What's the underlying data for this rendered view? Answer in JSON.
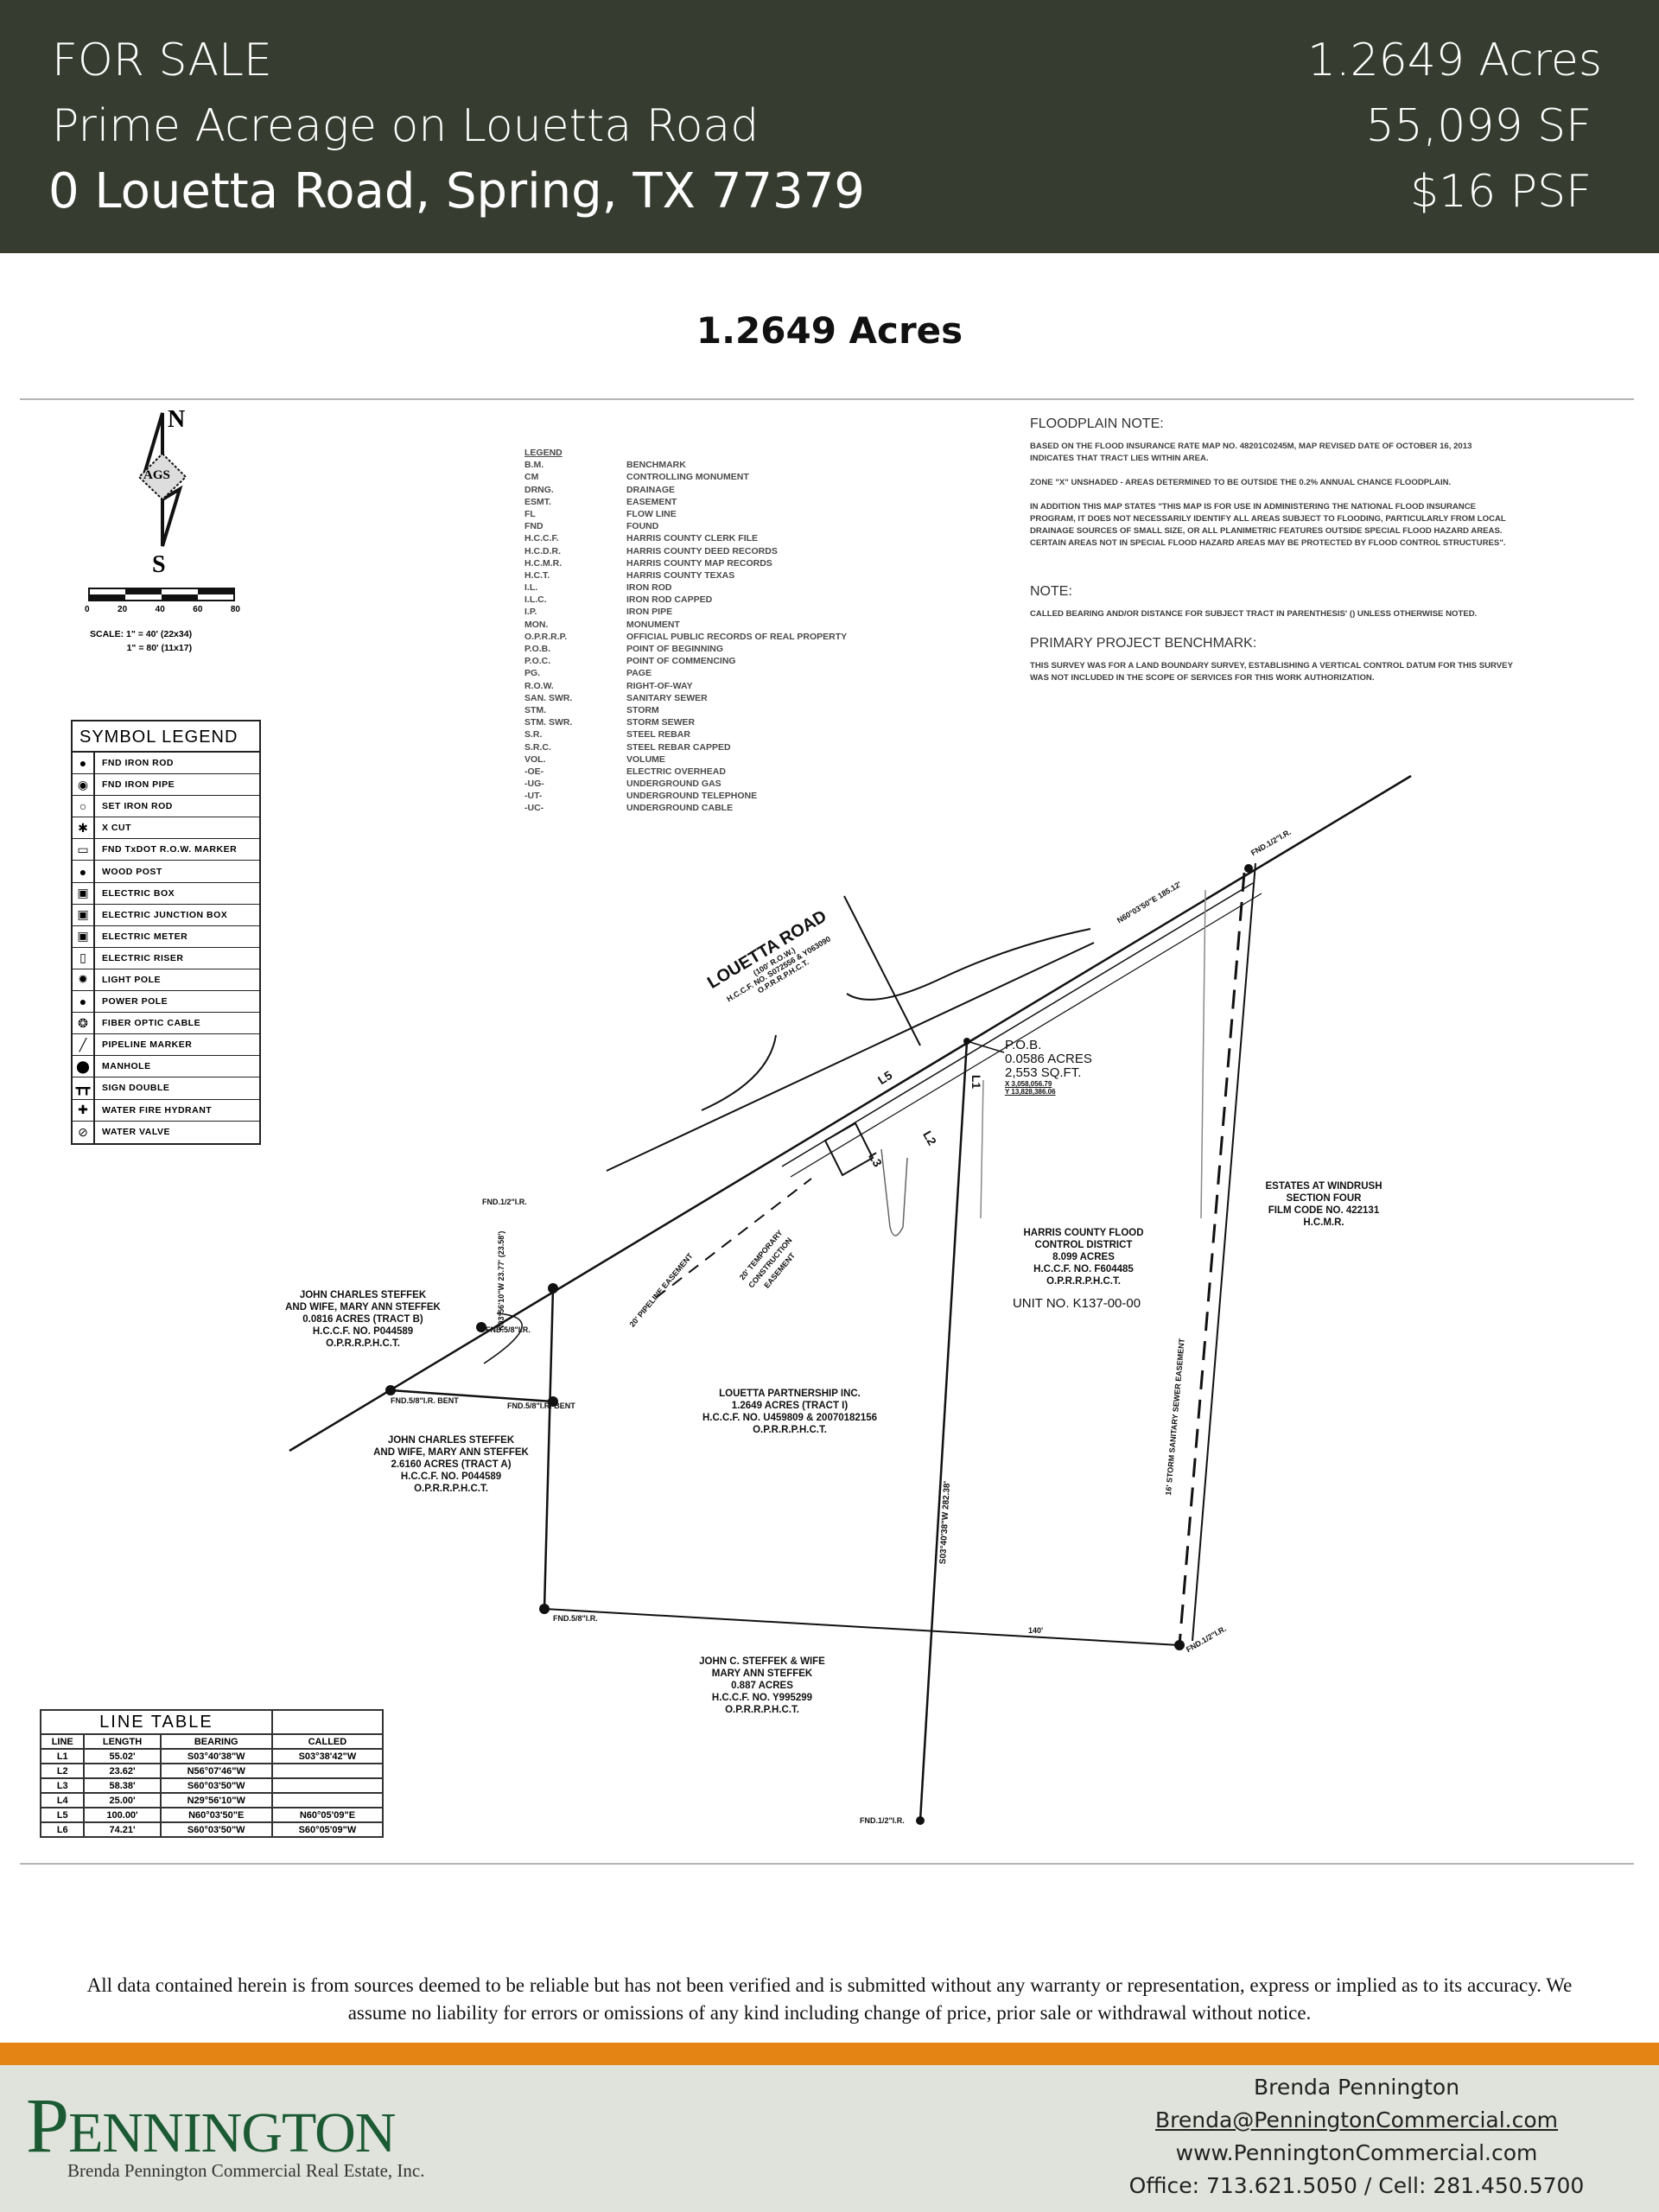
{
  "header": {
    "left": [
      "FOR SALE",
      "Prime Acreage on Louetta Road",
      "0 Louetta Road, Spring, TX 77379"
    ],
    "right": [
      "1.2649 Acres",
      "55,099 SF",
      "$16 PSF"
    ]
  },
  "title": "1.2649 Acres",
  "legend": {
    "heading": "LEGEND",
    "items": [
      {
        "abbr": "B.M.",
        "desc": "BENCHMARK"
      },
      {
        "abbr": "CM",
        "desc": "CONTROLLING MONUMENT"
      },
      {
        "abbr": "DRNG.",
        "desc": "DRAINAGE"
      },
      {
        "abbr": "ESMT.",
        "desc": "EASEMENT"
      },
      {
        "abbr": "FL",
        "desc": "FLOW LINE"
      },
      {
        "abbr": "FND",
        "desc": "FOUND"
      },
      {
        "abbr": "H.C.C.F.",
        "desc": "HARRIS COUNTY CLERK FILE"
      },
      {
        "abbr": "H.C.D.R.",
        "desc": "HARRIS COUNTY DEED RECORDS"
      },
      {
        "abbr": "H.C.M.R.",
        "desc": "HARRIS COUNTY MAP RECORDS"
      },
      {
        "abbr": "H.C.T.",
        "desc": "HARRIS COUNTY TEXAS"
      },
      {
        "abbr": "I.L.",
        "desc": "IRON ROD"
      },
      {
        "abbr": "I.L.C.",
        "desc": "IRON ROD CAPPED"
      },
      {
        "abbr": "I.P.",
        "desc": "IRON PIPE"
      },
      {
        "abbr": "MON.",
        "desc": "MONUMENT"
      },
      {
        "abbr": "O.P.R.R.P.",
        "desc": "OFFICIAL PUBLIC RECORDS OF REAL PROPERTY"
      },
      {
        "abbr": "P.O.B.",
        "desc": "POINT OF BEGINNING"
      },
      {
        "abbr": "P.O.C.",
        "desc": "POINT OF COMMENCING"
      },
      {
        "abbr": "PG.",
        "desc": "PAGE"
      },
      {
        "abbr": "R.O.W.",
        "desc": "RIGHT-OF-WAY"
      },
      {
        "abbr": "SAN. SWR.",
        "desc": "SANITARY SEWER"
      },
      {
        "abbr": "STM.",
        "desc": "STORM"
      },
      {
        "abbr": "STM. SWR.",
        "desc": "STORM SEWER"
      },
      {
        "abbr": "S.R.",
        "desc": "STEEL REBAR"
      },
      {
        "abbr": "S.R.C.",
        "desc": "STEEL REBAR CAPPED"
      },
      {
        "abbr": "VOL.",
        "desc": "VOLUME"
      },
      {
        "abbr": "-OE-",
        "desc": "ELECTRIC OVERHEAD"
      },
      {
        "abbr": "-UG-",
        "desc": "UNDERGROUND GAS"
      },
      {
        "abbr": "-UT-",
        "desc": "UNDERGROUND TELEPHONE"
      },
      {
        "abbr": "-UC-",
        "desc": "UNDERGROUND CABLE"
      }
    ]
  },
  "notes": {
    "floodplain_heading": "FLOODPLAIN NOTE:",
    "floodplain_p1": "BASED ON THE FLOOD INSURANCE RATE MAP NO. 48201C0245M, MAP REVISED DATE OF OCTOBER 16, 2013 INDICATES THAT TRACT LIES WITHIN AREA.",
    "floodplain_p2": "ZONE \"X\" UNSHADED - AREAS DETERMINED TO BE OUTSIDE THE 0.2% ANNUAL CHANCE FLOODPLAIN.",
    "floodplain_p3": "IN ADDITION THIS MAP STATES \"THIS MAP IS FOR USE IN ADMINISTERING THE NATIONAL FLOOD INSURANCE PROGRAM, IT DOES NOT NECESSARILY IDENTIFY ALL AREAS SUBJECT TO FLOODING, PARTICULARLY FROM LOCAL DRAINAGE SOURCES OF SMALL SIZE, OR ALL PLANIMETRIC FEATURES OUTSIDE SPECIAL FLOOD HAZARD AREAS. CERTAIN AREAS NOT IN SPECIAL FLOOD HAZARD AREAS MAY BE PROTECTED BY FLOOD CONTROL STRUCTURES\".",
    "note_heading": "NOTE:",
    "note_text": "CALLED BEARING AND/OR DISTANCE FOR SUBJECT TRACT IN PARENTHESIS' () UNLESS OTHERWISE NOTED.",
    "benchmark_heading": "PRIMARY PROJECT BENCHMARK:",
    "benchmark_text": "THIS SURVEY WAS FOR A LAND BOUNDARY SURVEY, ESTABLISHING A VERTICAL CONTROL DATUM FOR THIS SURVEY WAS NOT INCLUDED IN THE SCOPE OF SERVICES FOR THIS WORK AUTHORIZATION."
  },
  "compass": {
    "north": "N",
    "south": "S",
    "logo": "AGS",
    "scale_ticks": [
      "0",
      "20",
      "40",
      "60",
      "80"
    ],
    "scale_line1": "SCALE: 1\" = 40' (22x34)",
    "scale_line2": "1\" = 80' (11x17)"
  },
  "symbol_legend": {
    "title": "SYMBOL LEGEND",
    "items": [
      {
        "icon": "fnd-iron-rod-icon",
        "glyph": "●",
        "label": "FND IRON ROD"
      },
      {
        "icon": "fnd-iron-pipe-icon",
        "glyph": "◉",
        "label": "FND IRON PIPE"
      },
      {
        "icon": "set-iron-rod-icon",
        "glyph": "○",
        "label": "SET IRON ROD"
      },
      {
        "icon": "x-cut-icon",
        "glyph": "✱",
        "label": "X CUT"
      },
      {
        "icon": "txdot-marker-icon",
        "glyph": "▭",
        "label": "FND TxDOT R.O.W. MARKER"
      },
      {
        "icon": "wood-post-icon",
        "glyph": "●",
        "label": "WOOD POST"
      },
      {
        "icon": "electric-box-icon",
        "glyph": "▣",
        "label": "ELECTRIC BOX"
      },
      {
        "icon": "electric-junction-box-icon",
        "glyph": "▣",
        "label": "ELECTRIC JUNCTION BOX"
      },
      {
        "icon": "electric-meter-icon",
        "glyph": "▣",
        "label": "ELECTRIC METER"
      },
      {
        "icon": "electric-riser-icon",
        "glyph": "▯",
        "label": "ELECTRIC RISER"
      },
      {
        "icon": "light-pole-icon",
        "glyph": "✹",
        "label": "LIGHT POLE"
      },
      {
        "icon": "power-pole-icon",
        "glyph": "●",
        "label": "POWER POLE"
      },
      {
        "icon": "fiber-optic-icon",
        "glyph": "❂",
        "label": "FIBER OPTIC CABLE"
      },
      {
        "icon": "pipeline-marker-icon",
        "glyph": "╱",
        "label": "PIPELINE MARKER"
      },
      {
        "icon": "manhole-icon",
        "glyph": "⬤",
        "label": "MANHOLE"
      },
      {
        "icon": "sign-double-icon",
        "glyph": "┳┳",
        "label": "SIGN DOUBLE"
      },
      {
        "icon": "fire-hydrant-icon",
        "glyph": "✚",
        "label": "WATER FIRE HYDRANT"
      },
      {
        "icon": "water-valve-icon",
        "glyph": "⊘",
        "label": "WATER VALVE"
      }
    ]
  },
  "line_table": {
    "title": "LINE TABLE",
    "headers": [
      "LINE",
      "LENGTH",
      "BEARING",
      "CALLED"
    ],
    "rows": [
      [
        "L1",
        "55.02'",
        "S03°40'38\"W",
        "S03°38'42\"W"
      ],
      [
        "L2",
        "23.62'",
        "N56°07'46\"W",
        ""
      ],
      [
        "L3",
        "58.38'",
        "S60°03'50\"W",
        ""
      ],
      [
        "L4",
        "25.00'",
        "N29°56'10\"W",
        ""
      ],
      [
        "L5",
        "100.00'",
        "N60°03'50\"E",
        "N60°05'09\"E"
      ],
      [
        "L6",
        "74.21'",
        "S60°03'50\"W",
        "S60°05'09\"W"
      ]
    ]
  },
  "plat": {
    "road": {
      "name": "LOUETTA ROAD",
      "row": "(100' R.O.W.)",
      "ref": "H.C.C.F. NO. S072556 & Y063090",
      "rec": "O.P.R.R.P.H.C.T."
    },
    "pob": [
      "P.O.B.",
      "0.0586 ACRES",
      "2,553 SQ.FT.",
      "X 3,058,056.79",
      "Y 13,828,386.06"
    ],
    "hcfcd": [
      "HARRIS COUNTY FLOOD",
      "CONTROL DISTRICT",
      "8.099 ACRES",
      "H.C.C.F. NO. F604485",
      "O.P.R.R.P.H.C.T."
    ],
    "unit": "UNIT NO. K137-00-00",
    "estates": [
      "ESTATES AT WINDRUSH",
      "SECTION FOUR",
      "FILM CODE NO. 422131",
      "H.C.M.R."
    ],
    "louetta": [
      "LOUETTA PARTNERSHIP INC.",
      "1.2649 ACRES (TRACT I)",
      "H.C.C.F. NO. U459809 & 20070182156",
      "O.P.R.R.P.H.C.T."
    ],
    "tract_b": [
      "JOHN CHARLES STEFFEK",
      "AND WIFE, MARY ANN STEFFEK",
      "0.0816 ACRES (TRACT B)",
      "H.C.C.F. NO. P044589",
      "O.P.R.R.P.H.C.T."
    ],
    "tract_a": [
      "JOHN CHARLES STEFFEK",
      "AND WIFE, MARY ANN STEFFEK",
      "2.6160 ACRES (TRACT A)",
      "H.C.C.F. NO. P044589",
      "O.P.R.R.P.H.C.T."
    ],
    "steffek_south": [
      "JOHN C. STEFFEK & WIFE",
      "MARY ANN STEFFEK",
      "0.887 ACRES",
      "H.C.C.F. NO. Y995299",
      "O.P.R.R.P.H.C.T."
    ],
    "fnd_labels": [
      "FND.1/2\"I.R.",
      "FND.5/8\"I.R.",
      "FND.5/8\"I.R. BENT",
      "FND.5/8\"I.R. BENT",
      "FND.5/8\"I.R.",
      "FND.1/2\"I.R.",
      "FND.1/2\"I.R.",
      "FND.1/2\"I.R."
    ],
    "line_labels": [
      "L1",
      "L2",
      "L3",
      "L5"
    ],
    "bearing_west": "N03°56'10\"W 23.77' (23.58')",
    "bearing_mid": "S03°40'38\"W 282.38'",
    "bearing_road": "N60°03'50\"E 185.12'",
    "south_dist": "140'",
    "easement1": "20' PIPELINE EASEMENT",
    "easement2": "20' TEMPORARY CONSTRUCTION EASEMENT",
    "sewer_esmt": "16' STORM SANITARY SEWER EASEMENT"
  },
  "disclaimer": "All data contained herein is from sources deemed to be reliable but has not been verified and is submitted without any warranty or representation, express or implied as to its accuracy.  We assume no liability for errors or omissions of any kind including change of price, prior sale or withdrawal without notice.",
  "footer": {
    "logo_first": "P",
    "logo_rest": "ENNINGTON",
    "logo_sub": "Brenda Pennington Commercial Real Estate, Inc.",
    "name": "Brenda Pennington",
    "email": "Brenda@PenningtonCommercial.com",
    "website": "www.PenningtonCommercial.com",
    "phones": "Office: 713.621.5050 / Cell: 281.450.5700"
  },
  "colors": {
    "header_bg": "#363c2f",
    "accent_orange": "#e38414",
    "footer_bg": "#e0e3dc",
    "logo_green": "#1c5a34"
  }
}
